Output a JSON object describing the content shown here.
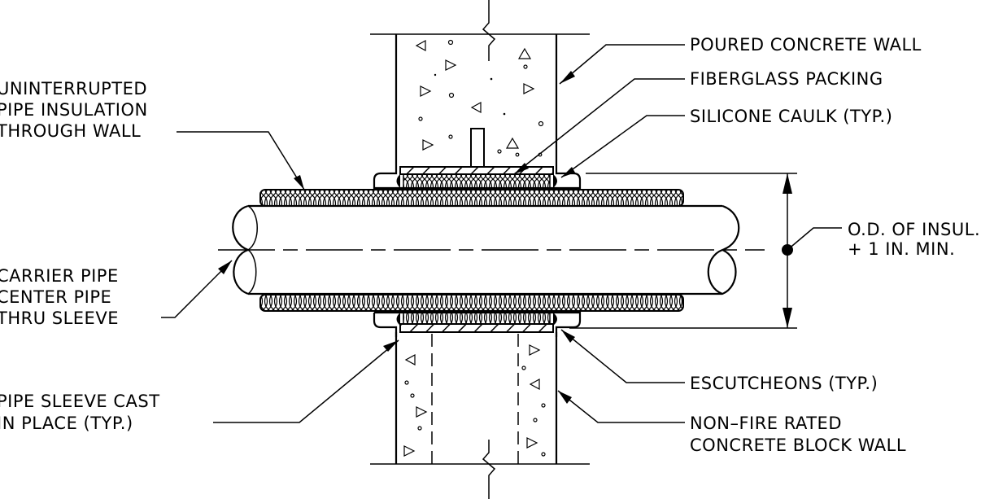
{
  "labels": {
    "poured_wall": "POURED CONCRETE WALL",
    "fiberglass": "FIBERGLASS PACKING",
    "caulk": "SILICONE CAULK (TYP.)",
    "insulation": [
      "UNINTERRUPTED",
      "PIPE INSULATION",
      "THROUGH WALL"
    ],
    "carrier": [
      "CARRIER PIPE",
      "CENTER PIPE",
      "THRU SLEEVE"
    ],
    "sleeve": [
      "PIPE SLEEVE CAST",
      "IN PLACE (TYP.)"
    ],
    "escutcheons": "ESCUTCHEONS (TYP.)",
    "block_wall": [
      "NON–FIRE RATED",
      "CONCRETE BLOCK WALL"
    ],
    "dimension": [
      "O.D. OF INSUL.",
      "+ 1 IN. MIN."
    ]
  },
  "colors": {
    "line": "#000000",
    "background": "#ffffff"
  }
}
